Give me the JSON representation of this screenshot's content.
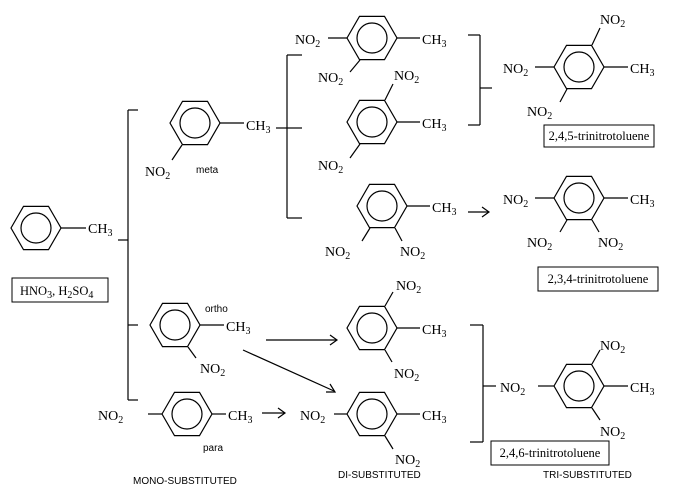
{
  "groups": {
    "methyl": "CH",
    "methyl_sub": "3",
    "nitro": "NO",
    "nitro_sub": "2"
  },
  "reagent": {
    "part1": "HNO",
    "sub1": "3",
    "sep": ", H",
    "sub2": "2",
    "part2": "SO",
    "sub3": "4"
  },
  "labels": {
    "meta": "meta",
    "ortho": "ortho",
    "para": "para"
  },
  "columns": {
    "mono": "MONO-SUBSTITUTED",
    "di": "DI-SUBSTITUTED",
    "tri": "TRI-SUBSTITUTED"
  },
  "products": {
    "p245": "2,4,5-trinitrotoluene",
    "p234": "2,3,4-trinitrotoluene",
    "p246": "2,4,6-trinitrotoluene"
  }
}
